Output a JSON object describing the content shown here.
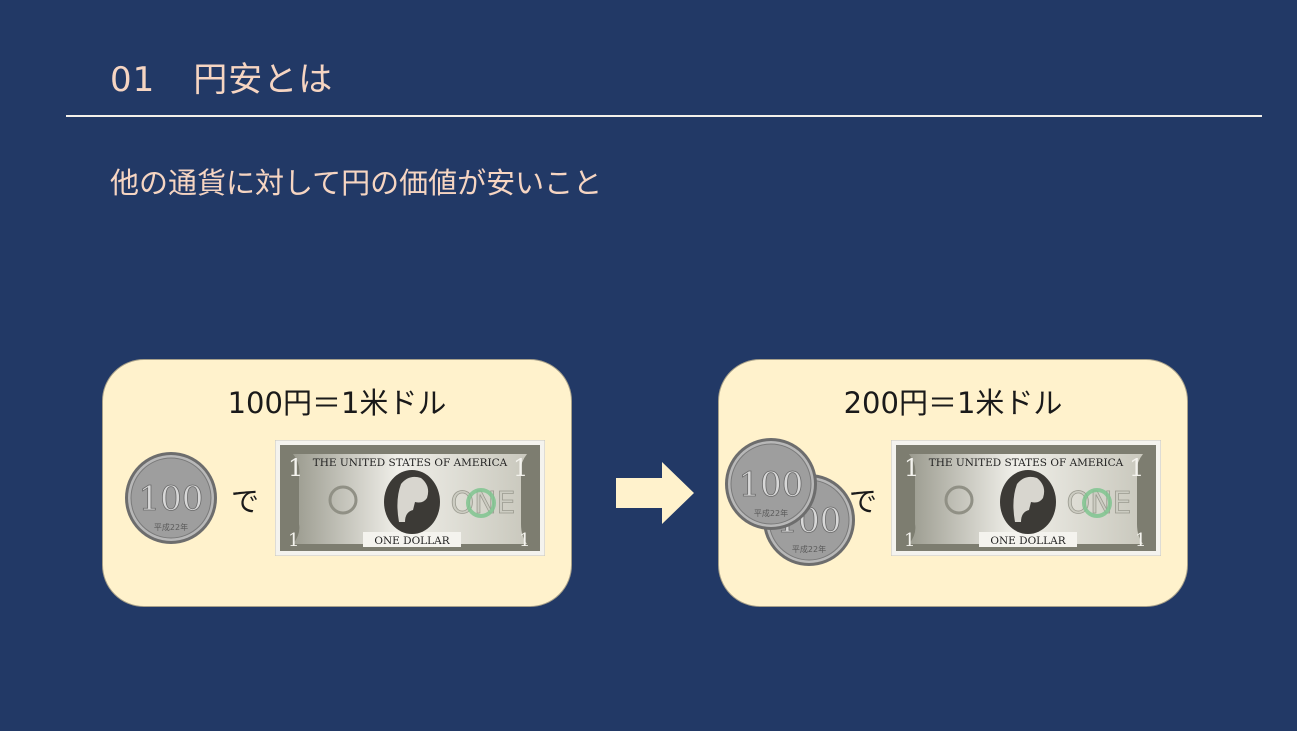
{
  "slide": {
    "number": "01",
    "title": "円安とは",
    "subtitle": "他の通貨に対して円の価値が安いこと"
  },
  "left_card": {
    "label": "100円＝1米ドル",
    "connector": "で"
  },
  "right_card": {
    "label": "200円＝1米ドル",
    "connector": "で"
  },
  "coin": {
    "value_text": "100",
    "era_text": "平成22年"
  },
  "bill": {
    "top_text": "THE UNITED STATES OF AMERICA",
    "bottom_text": "ONE  DOLLAR",
    "corner": "1",
    "center_word": "ONE"
  },
  "colors": {
    "background": "#223966",
    "heading": "#f6d5c2",
    "card": "#fff2cc"
  }
}
